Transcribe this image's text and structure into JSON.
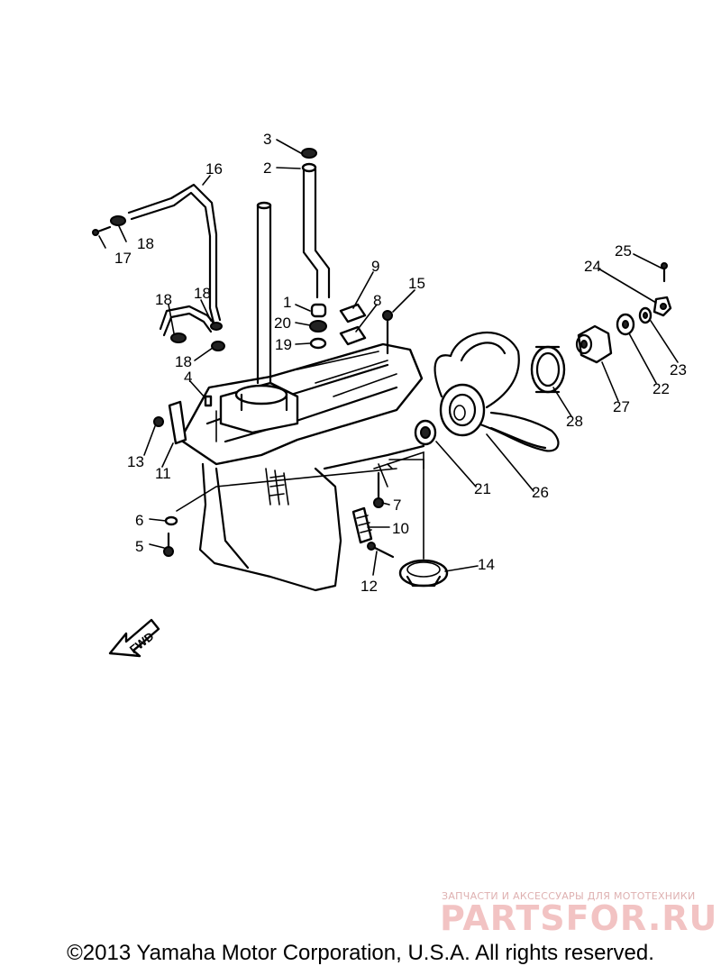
{
  "callouts": {
    "c1": "1",
    "c2": "2",
    "c3": "3",
    "c4": "4",
    "c5": "5",
    "c6": "6",
    "c7": "7",
    "c8": "8",
    "c9": "9",
    "c10": "10",
    "c11": "11",
    "c12": "12",
    "c13": "13",
    "c14": "14",
    "c15": "15",
    "c16": "16",
    "c17": "17",
    "c18a": "18",
    "c18b": "18",
    "c18c": "18",
    "c18d": "18",
    "c19": "19",
    "c20": "20",
    "c21": "21",
    "c22": "22",
    "c23": "23",
    "c24": "24",
    "c25": "25",
    "c26": "26",
    "c27": "27",
    "c28": "28"
  },
  "direction_label": "FWD",
  "watermark": {
    "tagline": "ЗАПЧАСТИ И АКСЕССУАРЫ ДЛЯ МОТОТЕХНИКИ",
    "logo": "PARTSFOR.RU"
  },
  "footer": {
    "copyright": "©2013 Yamaha Motor Corporation, U.S.A. All rights reserved."
  }
}
